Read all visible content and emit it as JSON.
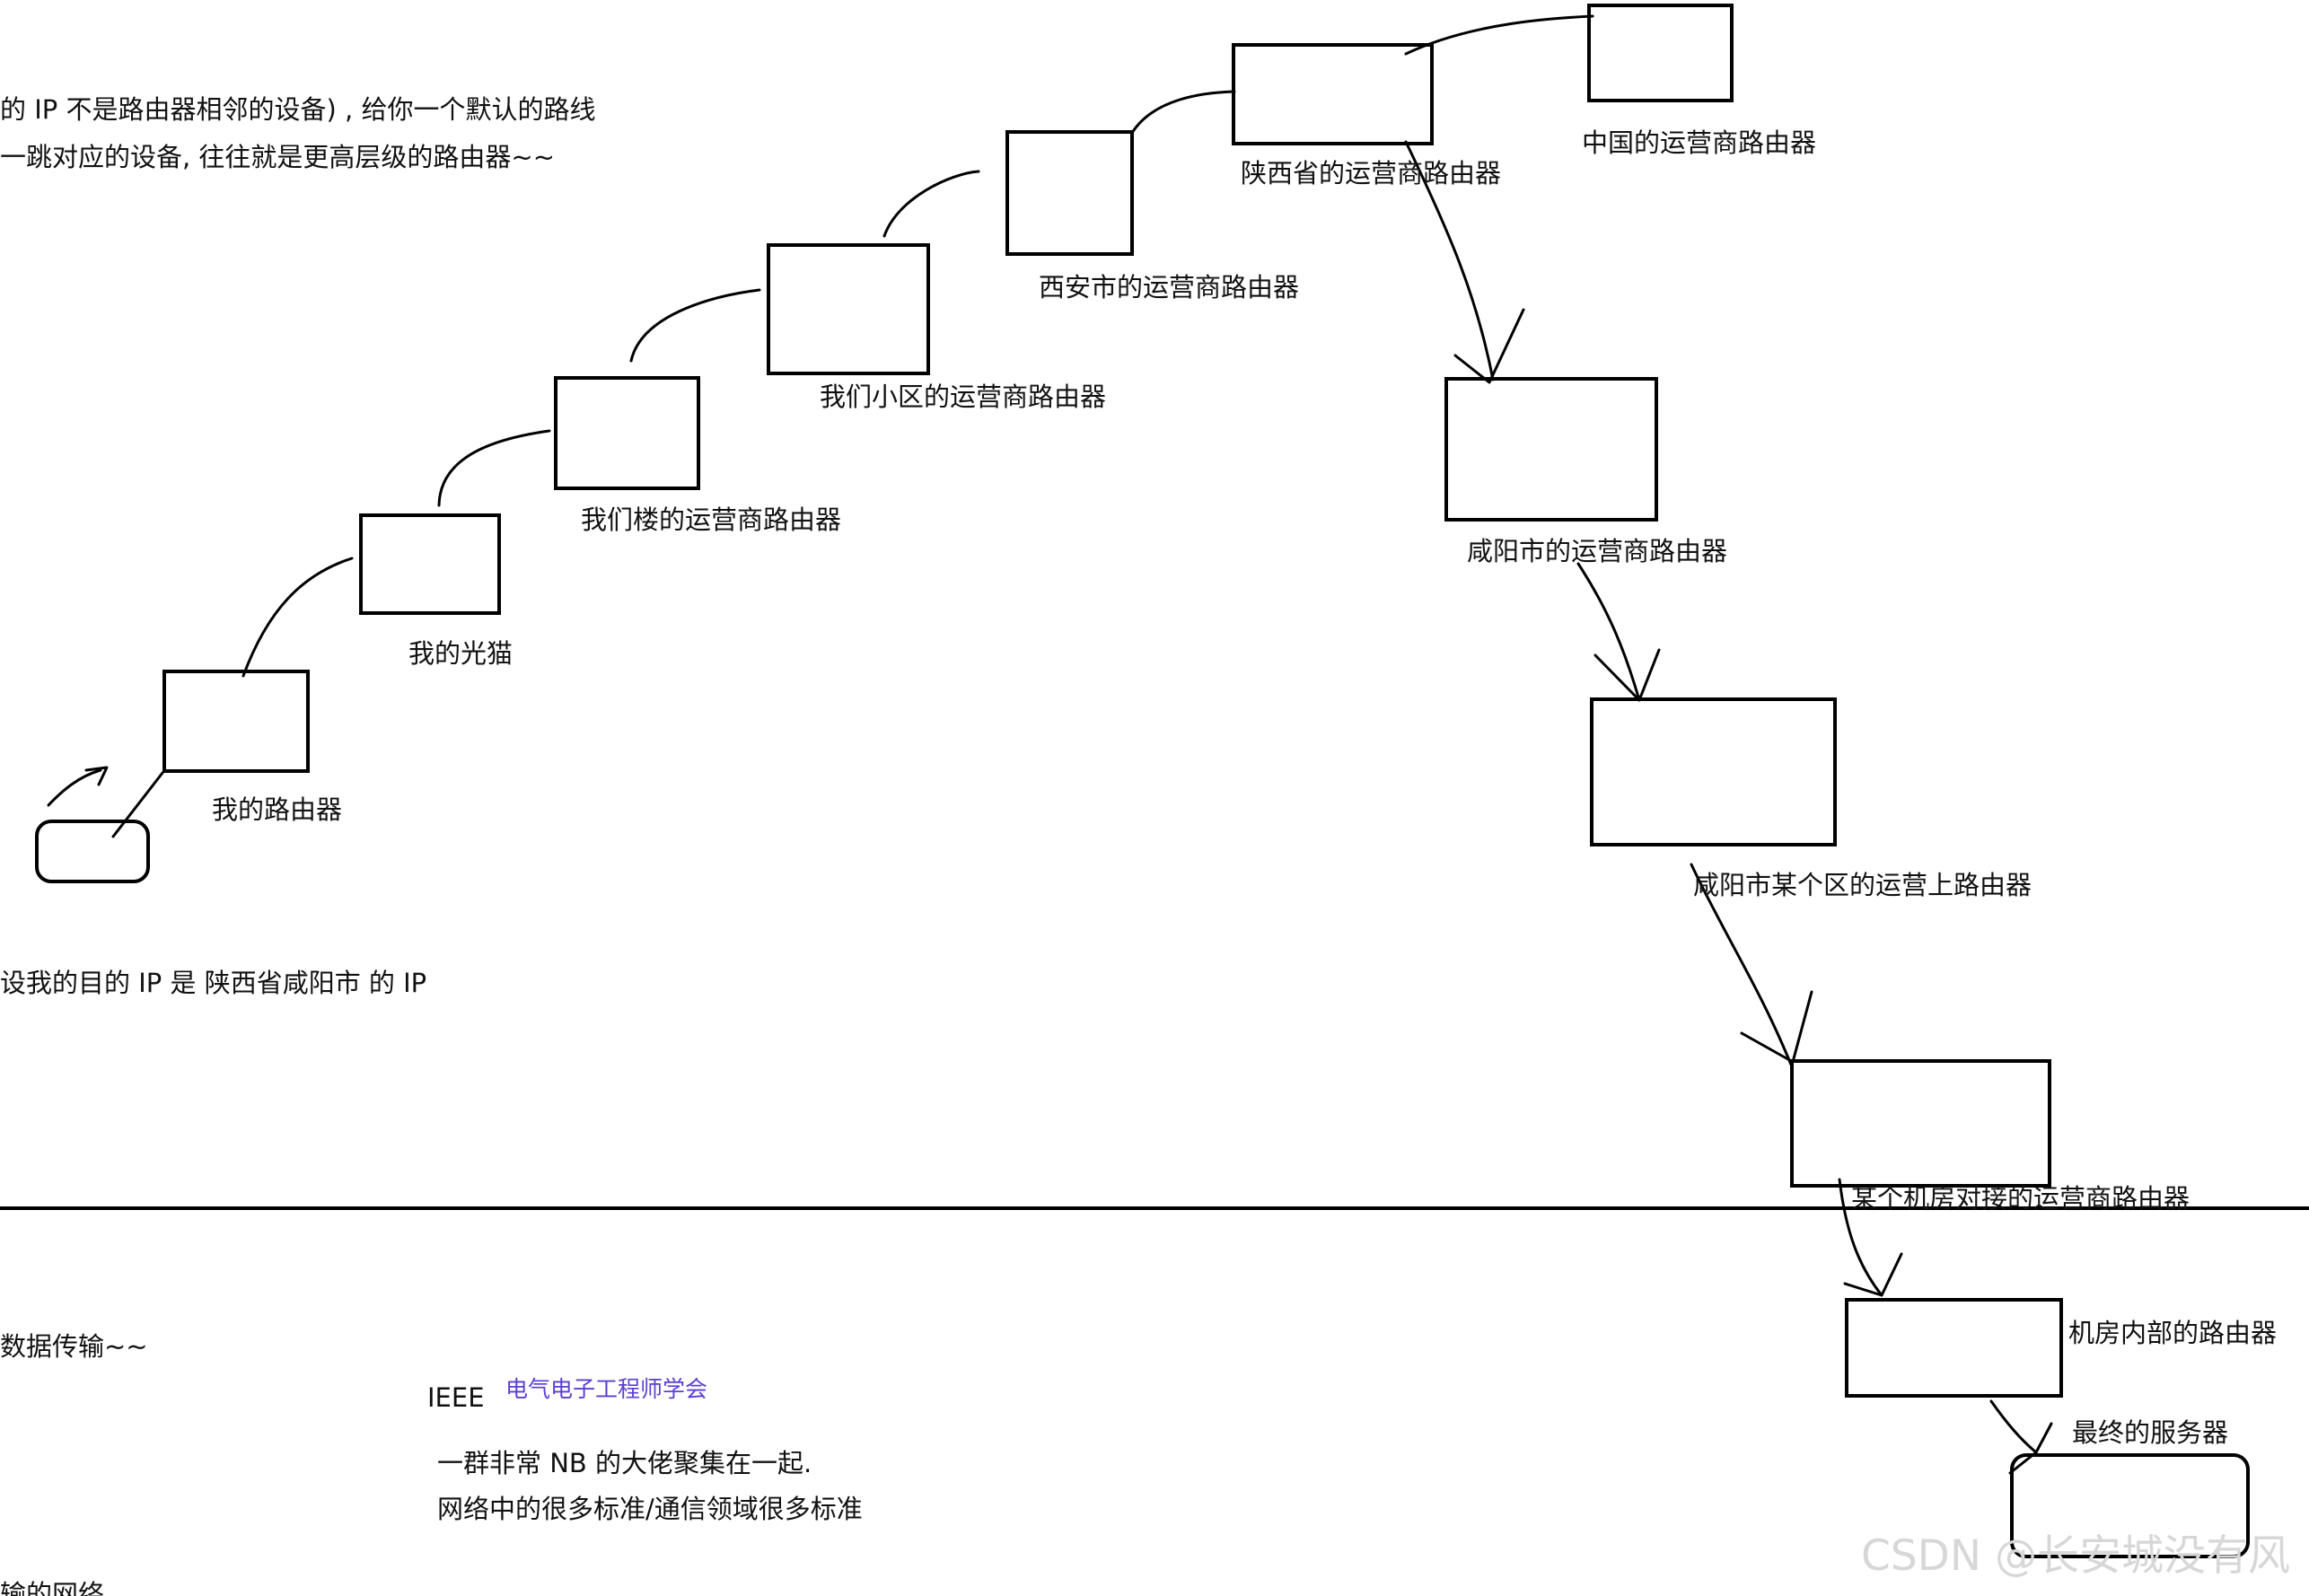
{
  "colors": {
    "stroke": "#000000",
    "text": "#111111",
    "accent_text": "#5b3fd2",
    "watermark": "#d7d7d7"
  },
  "top_notes": {
    "line1": "的 IP 不是路由器相邻的设备) , 给你一个默认的路线",
    "line2": "一跳对应的设备, 往往就是更高层级的路由器~~"
  },
  "routers": [
    {
      "label": "我的路由器"
    },
    {
      "label": "我的光猫"
    },
    {
      "label": "我们楼的运营商路由器"
    },
    {
      "label": "我们小区的运营商路由器"
    },
    {
      "label": "西安市的运营商路由器"
    },
    {
      "label": "陕西省的运营商路由器"
    },
    {
      "label": "中国的运营商路由器"
    },
    {
      "label": "咸阳市的运营商路由器"
    },
    {
      "label": "咸阳市某个区的运营上路由器"
    },
    {
      "label": "某个机房对接的运营商路由器"
    },
    {
      "label": "机房内部的路由器"
    },
    {
      "label": "最终的服务器"
    }
  ],
  "assumption": "设我的目的 IP 是 陕西省咸阳市 的 IP",
  "lower_notes": {
    "data_transfer": "数据传输~~",
    "ieee": "IEEE",
    "ieee_chinese": "电气电子工程师学会",
    "desc_line1": "一群非常 NB 的大佬聚集在一起.",
    "desc_line2": "网络中的很多标准/通信领域很多标准",
    "bottom_cut": "输的网络"
  },
  "watermark": "CSDN @长安城没有风"
}
